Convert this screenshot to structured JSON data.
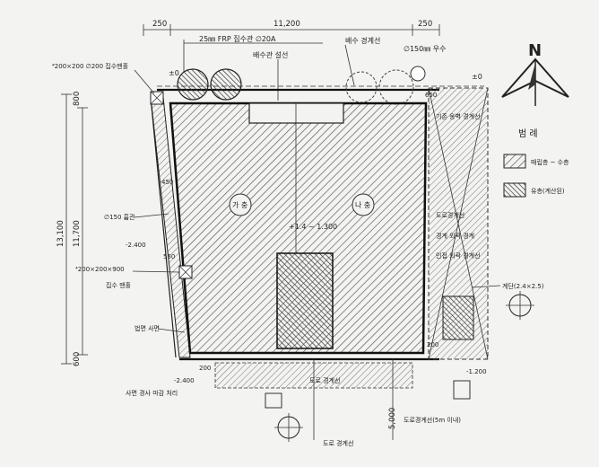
{
  "dims": {
    "top_left": "250",
    "top_main": "11,200",
    "top_right": "250",
    "left_upper": "800",
    "left_overall": "13,100",
    "left_inner": "11,700",
    "left_lower": "600",
    "right_top": "650",
    "bottom_right": "5,000",
    "small_450": "450",
    "small_550": "550",
    "small_200": "200"
  },
  "top_labels": {
    "frp_pipe": "25㎜ FRP 집수관 ∅20A",
    "overflow": "배수관 설선",
    "drain_line": "배수 경계선",
    "pipe_right": "∅150㎜ 우수",
    "elev_left": "±0",
    "elev_right": "±0"
  },
  "left_labels": {
    "top_box": "⁴200×200 ∅200 집수맨홀",
    "pipe": "∅150 흄관",
    "elev_mid": "-2.400",
    "box_mid": "⁴200×200×900",
    "box_mid_sub": "집수 맨홀",
    "slope": "법면 사면",
    "elev_bottom": "-2.400",
    "bottom_note": "사면 경사 마감 처리"
  },
  "center_labels": {
    "left_zone": "가 충",
    "right_zone": "나 충",
    "center_elev": "+1.4 ~ 1.300",
    "bottom_center": "도로 경계선",
    "bottom_center2": "도로 경계선"
  },
  "right_labels": {
    "r1": "기존 옹벽 경계선",
    "r2": "도로경계선",
    "r3": "경계 외곽 경계",
    "r4": "인접 외곽 경계선",
    "r5": "계단(2.4×2.5)",
    "elev_lower": "-1.200",
    "bottom_right_note": "도로경계선(5m 이내)"
  },
  "legend": {
    "title": "범 례",
    "item1": "매립층 ~ 수층",
    "item2": "유층(계산된)"
  },
  "compass": {
    "north": "N"
  },
  "colors": {
    "ink": "#222222",
    "paper": "#f3f3f1",
    "hatch": "#555555"
  }
}
